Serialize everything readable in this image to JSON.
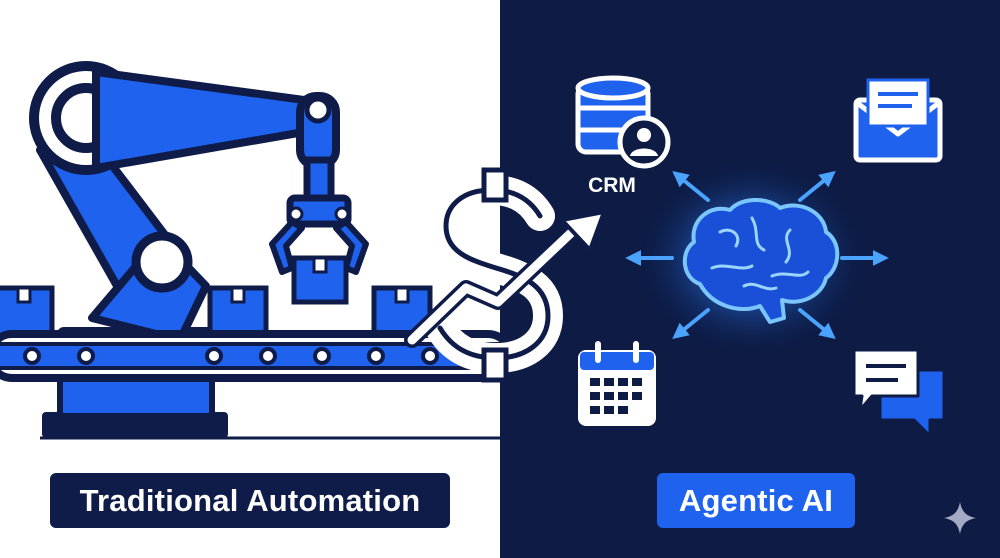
{
  "labels": {
    "left": "Traditional Automation",
    "right": "Agentic AI"
  },
  "icons": {
    "crm": "CRM"
  },
  "colors": {
    "navy": "#0d1b45",
    "blue": "#1f62ee",
    "white": "#ffffff",
    "glow": "#3ea2ff"
  }
}
